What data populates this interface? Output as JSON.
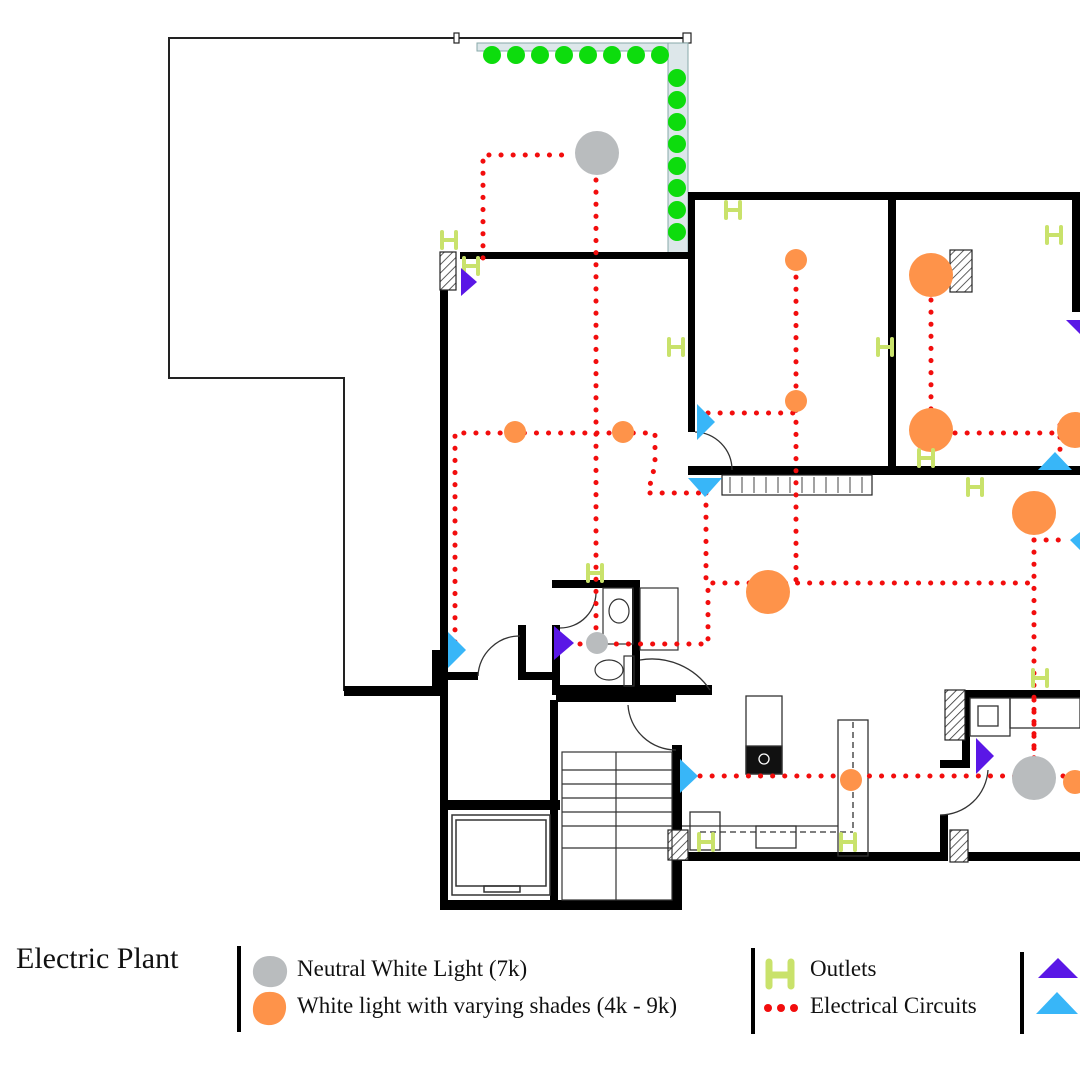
{
  "diagram": {
    "type": "floor-plan-electrical",
    "colors": {
      "neutral_light": "#b9bcbe",
      "varying_light": "#fe934a",
      "outlet": "#c9e26b",
      "circuit": "#f20d0d",
      "switch_purple": "#5a17e6",
      "switch_blue": "#38b6f8",
      "plants": "#0ddc0d",
      "wall": "#000000"
    }
  },
  "legend": {
    "title": "Electric Plant",
    "items": [
      {
        "icon": "neutral-light-icon",
        "label": "Neutral White Light (7k)"
      },
      {
        "icon": "varying-light-icon",
        "label": "White light with varying shades (4k - 9k)"
      },
      {
        "icon": "outlet-icon",
        "label": "Outlets"
      },
      {
        "icon": "circuit-icon",
        "label": "Electrical Circuits"
      },
      {
        "icon": "switch-purple-icon",
        "label": ""
      },
      {
        "icon": "switch-blue-icon",
        "label": ""
      }
    ]
  }
}
